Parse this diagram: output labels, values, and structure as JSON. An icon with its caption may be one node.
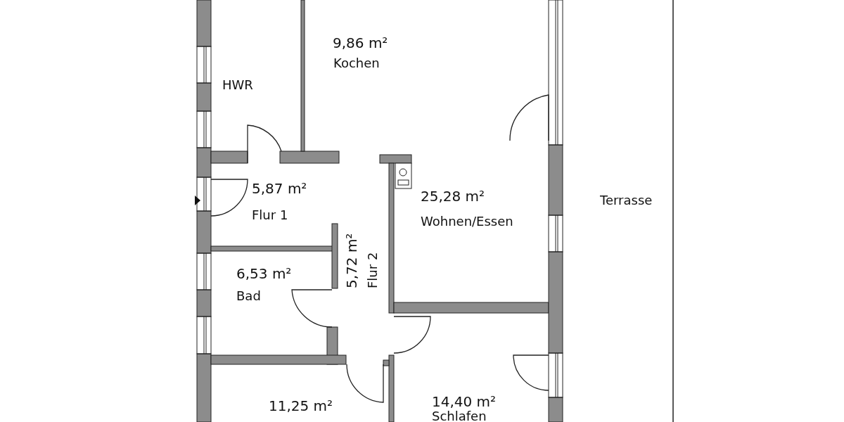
{
  "diagram": {
    "labels": [
      "9,86 m²",
      "Kochen",
      "HWR",
      "5,87 m²",
      "Flur 1",
      "25,28 m²",
      "Wohnen/Essen",
      "Terrasse",
      "5,72 m²",
      "Flur 2",
      "6,53 m²",
      "Bad",
      "11,25 m²",
      "14,40 m²",
      "Schlafen"
    ]
  }
}
